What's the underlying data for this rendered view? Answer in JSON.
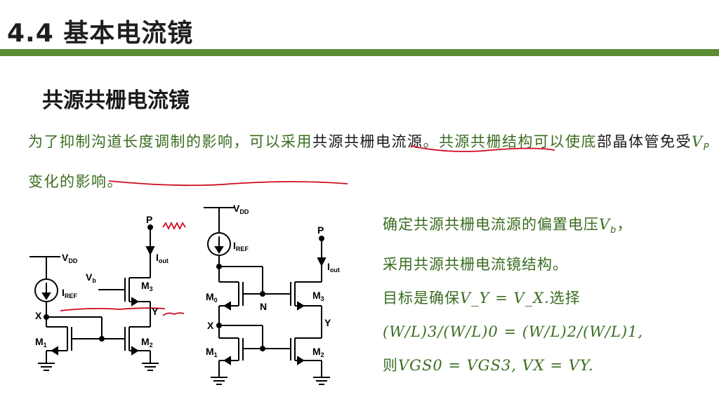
{
  "header": {
    "title": "4.4 基本电流镜"
  },
  "section": {
    "subtitle": "共源共栅电流镜"
  },
  "paragraph": {
    "part1": "为了抑制沟道长度调制的影响，可以采用",
    "highlight1": "共源共栅电流源",
    "part2": "。共源共栅结构可以使底",
    "highlight2": "部晶体管免受",
    "vp": "V",
    "vp_sub": "P",
    "part3": "变化的影响。"
  },
  "notes": {
    "line1_text": "确定共源共栅电流源的偏置电压",
    "line1_var": "V",
    "line1_sub": "b",
    "line1_end": "，",
    "line2": "采用共源共栅电流镜结构。",
    "line3_text": "目标是确保",
    "line3_math": "V_Y = V_X",
    "line3_end": ".选择",
    "line4_math": "(W/L)3/(W/L)0 = (W/L)2/(W/L)1,",
    "line5_text": "则",
    "line5_math": "VGS0 = VGS3, VX = VY."
  },
  "circuit1": {
    "vdd": "V",
    "vdd_sub": "DD",
    "iref": "I",
    "iref_sub": "REF",
    "vb": "V",
    "vb_sub": "b",
    "p": "P",
    "iout": "I",
    "iout_sub": "out",
    "m3": "M",
    "m3_sub": "3",
    "m2": "M",
    "m2_sub": "2",
    "m1": "M",
    "m1_sub": "1",
    "x": "X",
    "y": "Y"
  },
  "circuit2": {
    "vdd": "V",
    "vdd_sub": "DD",
    "iref": "I",
    "iref_sub": "REF",
    "p": "P",
    "iout": "I",
    "iout_sub": "out",
    "m0": "M",
    "m0_sub": "0",
    "m3": "M",
    "m3_sub": "3",
    "m1": "M",
    "m1_sub": "1",
    "m2": "M",
    "m2_sub": "2",
    "n": "N",
    "x": "X",
    "y": "Y"
  },
  "colors": {
    "accent_bar": "#5b8b34",
    "body_text": "#3a6d20",
    "annotation": "#cc0a1e"
  }
}
